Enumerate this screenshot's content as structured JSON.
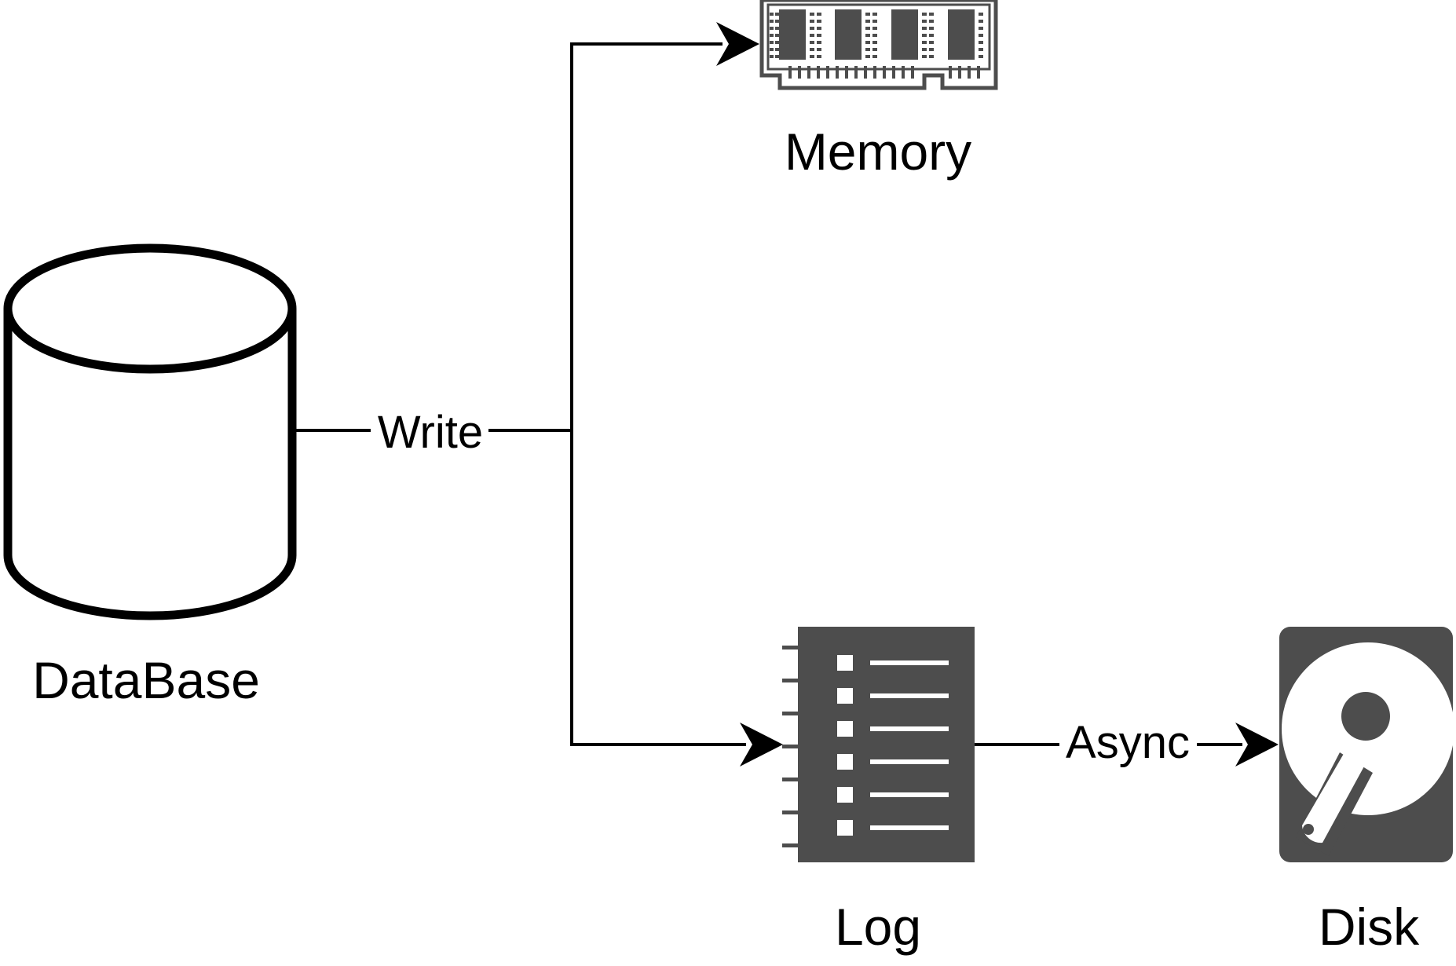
{
  "nodes": {
    "database": {
      "label": "DataBase",
      "icon": "database-cylinder-icon"
    },
    "memory": {
      "label": "Memory",
      "icon": "memory-module-icon"
    },
    "log": {
      "label": "Log",
      "icon": "log-file-icon"
    },
    "disk": {
      "label": "Disk",
      "icon": "hard-disk-icon"
    }
  },
  "edges": {
    "write": {
      "label": "Write",
      "from": "DataBase",
      "to": [
        "Memory",
        "Log"
      ]
    },
    "async": {
      "label": "Async",
      "from": "Log",
      "to": "Disk"
    }
  },
  "colors": {
    "stroke": "#000000",
    "icon_fill": "#4d4d4d",
    "background": "#ffffff"
  }
}
